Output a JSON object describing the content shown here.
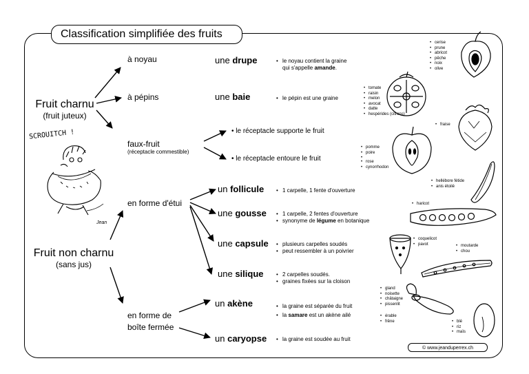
{
  "title": "Classification simplifiée des fruits",
  "copyright": "©  www.jeanduperrex.ch",
  "cartoon": {
    "exclamation": "SCROUITCH !",
    "signature": "Jean"
  },
  "fleshy": {
    "title": "Fruit charnu",
    "sub": "(fruit juteux)"
  },
  "dry": {
    "title": "Fruit non charnu",
    "sub": "(sans jus)"
  },
  "drupe": {
    "category": "à noyau",
    "article": "une",
    "name": "drupe",
    "desc1": "le noyau contient la graine",
    "desc2a": "qui s'appelle ",
    "desc2b": "amande",
    "desc2c": ".",
    "examples": [
      "cerise",
      "prune",
      "abricot",
      "pêche",
      "noix",
      "olive"
    ]
  },
  "baie": {
    "category": "à pépins",
    "article": "une",
    "name": "baie",
    "desc1": "le pépin est une graine",
    "examples": [
      "tomate",
      "raisin",
      "melon",
      "avocat",
      "datte",
      "hespérides (citrons)"
    ]
  },
  "faux": {
    "category": "faux-fruit",
    "sub": "(réceptacle commestible)",
    "r1": "le réceptacle supporte le fruit",
    "r2": "le réceptacle entoure le fruit",
    "ex1": [
      "fraise"
    ],
    "ex2": [
      "pomme",
      "poire"
    ],
    "ex2b": [
      "rose",
      "cynorrhodon"
    ]
  },
  "etui": {
    "category": "en forme d'étui"
  },
  "follicule": {
    "article": "un",
    "name": "follicule",
    "desc1": "1 carpelle, 1 fente d'ouverture",
    "examples": [
      "hellébore fétide",
      "anis étoilé"
    ]
  },
  "gousse": {
    "article": "une",
    "name": "gousse",
    "desc1": "1 carpelle, 2 fentes d'ouverture",
    "desc2a": "synonyme de ",
    "desc2b": "légume",
    "desc2c": " en botanique",
    "examples": [
      "haricot"
    ]
  },
  "capsule": {
    "article": "une",
    "name": "capsule",
    "desc1": "plusieurs carpelles soudés",
    "desc2": "peut ressembler à un poivrier",
    "examples": [
      "coquelicot",
      "pavot"
    ]
  },
  "silique": {
    "article": "une",
    "name": "silique",
    "desc1": "2 carpelles soudés.",
    "desc2": "graines fixées sur la cloison",
    "examples": [
      "moutarde",
      "chou"
    ]
  },
  "boite": {
    "category1": "en forme de",
    "category2": "boîte fermée"
  },
  "akene": {
    "article": "un",
    "name": "akène",
    "desc1": "la graine est séparée du fruit",
    "desc2a": "la ",
    "desc2b": "samare",
    "desc2c": " est un akène ailé",
    "examples": [
      "gland",
      "noisette",
      "châtaigne",
      "pissenlit"
    ],
    "examples2": [
      "érable",
      "frêne"
    ]
  },
  "caryopse": {
    "article": "un",
    "name": "caryopse",
    "desc1": "la graine est soudée au fruit",
    "examples": [
      "blé",
      "riz",
      "maïs"
    ]
  }
}
